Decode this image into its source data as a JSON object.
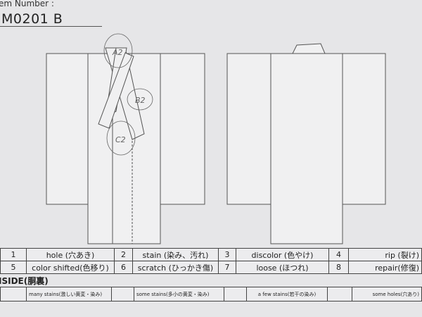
{
  "header": {
    "item_number_label": "em Number :",
    "item_number": "M0201   B"
  },
  "annotations": [
    "A2",
    "B2",
    "C2"
  ],
  "legend": {
    "rows": [
      [
        {
          "num": "1",
          "label": "hole (穴あき)"
        },
        {
          "num": "2",
          "label": "stain (染み、汚れ)"
        },
        {
          "num": "3",
          "label": "discolor (色やけ)"
        },
        {
          "num": "4",
          "label": "rip (裂け)"
        }
      ],
      [
        {
          "num": "5",
          "label": "color shifted(色移り)"
        },
        {
          "num": "6",
          "label": "scratch (ひっかき傷)"
        },
        {
          "num": "7",
          "label": "loose (ほつれ)"
        },
        {
          "num": "8",
          "label": "repair(修復)"
        }
      ]
    ]
  },
  "inside": {
    "title": "ISIDE(胴裏)",
    "items": [
      "many stains(激しい黄変・染み)",
      "some stains(多小の黄変・染み)",
      "a few stains(若干の染み)",
      "some holes(穴あり)"
    ]
  }
}
